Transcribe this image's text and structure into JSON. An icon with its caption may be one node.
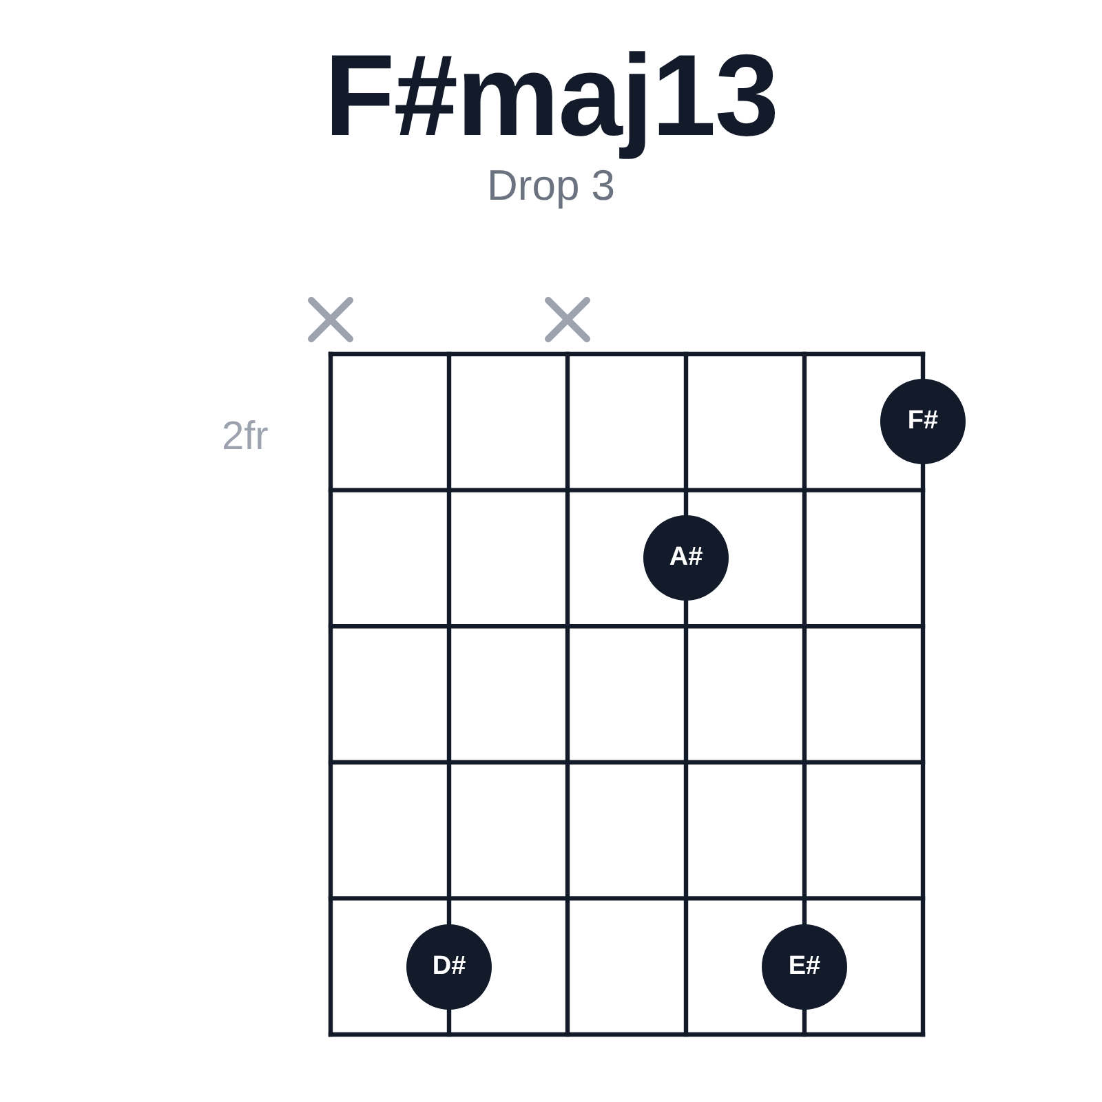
{
  "diagram": {
    "title": "F#maj13",
    "nodes": [
      {
        "text": [
          "F#"
        ]
      },
      {
        "text": [
          "A#"
        ]
      },
      {
        "text": [
          "D#"
        ]
      },
      {
        "text": [
          "E#"
        ]
      }
    ],
    "edges": [],
    "labels": [
      "Drop 3",
      "2fr"
    ]
  }
}
